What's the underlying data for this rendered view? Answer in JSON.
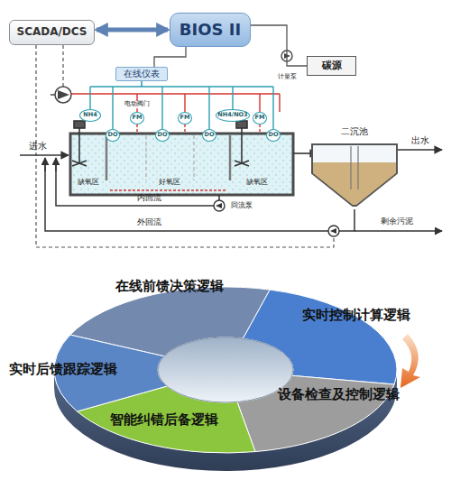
{
  "diagram": {
    "nodes": [
      {
        "text": [
          "SCADA/DCS"
        ]
      },
      {
        "text": [
          "BIOS II"
        ]
      },
      {
        "text": [
          "碳源"
        ]
      },
      {
        "text": [
          "在线仪表"
        ]
      },
      {
        "text": [
          "NH4"
        ]
      },
      {
        "text": [
          "DO"
        ]
      },
      {
        "text": [
          "FM"
        ]
      },
      {
        "text": [
          "DO"
        ]
      },
      {
        "text": [
          "FM"
        ]
      },
      {
        "text": [
          "DO"
        ]
      },
      {
        "text": [
          "NH4/NO3"
        ]
      },
      {
        "text": [
          "FM"
        ]
      },
      {
        "text": [
          "DO"
        ]
      },
      {
        "text": [
          "二沉池"
        ]
      },
      {
        "text": [
          "在线前馈决策逻辑"
        ]
      },
      {
        "text": [
          "实时控制计算逻辑"
        ]
      },
      {
        "text": [
          "设备检查及控制逻辑"
        ]
      },
      {
        "text": [
          "智能纠错后备逻辑"
        ]
      },
      {
        "text": [
          "实时后馈跟踪逻辑"
        ]
      }
    ],
    "edges": [
      {
        "from": 0,
        "to": 1,
        "arrow": "both"
      },
      {
        "from": 3,
        "to": 1,
        "arrow": "none"
      },
      {
        "from": 1,
        "to": 2,
        "arrow": "none"
      }
    ],
    "labels": [
      "进水",
      "出水",
      "内回流",
      "回流泵",
      "外回流",
      "剩余污泥",
      "计量泵",
      "电动阀门",
      "缺氧区",
      "好氧区",
      "缺氧区"
    ]
  }
}
